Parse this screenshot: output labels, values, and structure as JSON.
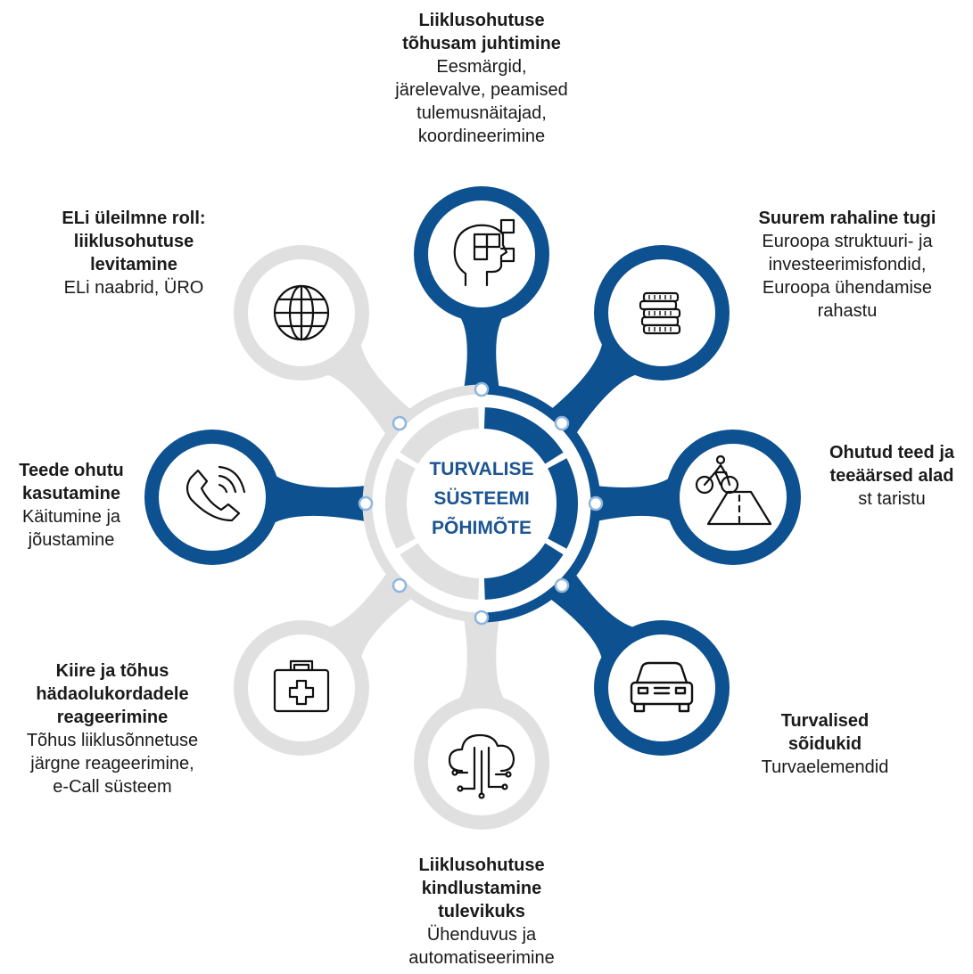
{
  "center": {
    "lines": [
      "TURVALISE",
      "SÜSTEEMI",
      "PÕHIMÕTE"
    ]
  },
  "colors": {
    "primary": "#0d5190",
    "inactive": "#e0e0e0",
    "dot_border": "#8fb6dd",
    "center_text": "#1c5591"
  },
  "nodes": [
    {
      "id": "management",
      "title": "Liiklusohutuse\ntõhusam juhtimine",
      "desc": "Eesmärgid,\njärelevalve, peamised\ntulemusnäitajad,\nkoordineerimine",
      "icon": "head-puzzle-icon",
      "active": true
    },
    {
      "id": "funding",
      "title": "Suurem rahaline tugi",
      "desc": "Euroopa struktuuri- ja\ninvesteerimisfondid,\nEuroopa ühendamise\nrahastu",
      "icon": "coins-icon",
      "active": true
    },
    {
      "id": "roads",
      "title": "Ohutud teed ja\nteeäärsed alad",
      "desc": "st taristu",
      "icon": "cyclist-road-icon",
      "active": true
    },
    {
      "id": "vehicles",
      "title": "Turvalised\nsõidukid",
      "desc": "Turvaelemendid",
      "icon": "car-icon",
      "active": true
    },
    {
      "id": "future",
      "title": "Liiklusohutuse\nkindlustamine\ntulevikuks",
      "desc": "Ühenduvus ja\nautomatiseerimine",
      "icon": "cloud-circuit-icon",
      "active": false
    },
    {
      "id": "emergency",
      "title": "Kiire ja tõhus\nhädaolukordadele\nreageerimine",
      "desc": "Tõhus liiklusõnnetuse\njärgne reageerimine,\ne-Call süsteem",
      "icon": "first-aid-kit-icon",
      "active": false
    },
    {
      "id": "road-use",
      "title": "Teede ohutu\nkasutamine",
      "desc": "Käitumine ja\njõustamine",
      "icon": "phone-icon",
      "active": true
    },
    {
      "id": "global",
      "title": "ELi üleilmne roll:\nliiklusohutuse\nlevitamine",
      "desc": "ELi naabrid, ÜRO",
      "icon": "globe-icon",
      "active": false
    }
  ]
}
